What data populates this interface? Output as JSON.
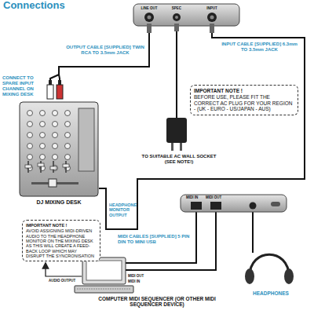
{
  "diagram": {
    "title": "Connections",
    "nodes": [
      {
        "text": [
          "IMPORTANT NOTE !",
          "BEFORE USE, PLEASE FIT THE CORRECT AC PLUG FOR YOUR REGION - (UK - EURO - US/JAPAN - AUS)"
        ]
      },
      {
        "text": [
          "IMPORTANT NOTE !",
          "AVOID ASSIGNING MIDI-DRIVEN AUDIO TO THE HEADPHONE MONITOR ON THE MIXING DESK AS THIS WILL CREATE A FEED-BACK LOOP WHICH MAY DISRUPT THE SYNCRONISATION"
        ]
      }
    ],
    "labels": [
      "LINE OUT",
      "SPEC",
      "INPUT",
      "OUTPUT CABLE [SUPPLIED] TWIN RCA TO 3.5mm JACK",
      "INPUT CABLE [SUPPLIED] 6.3mm TO 3.5mm JACK",
      "CONNECT TO SPARE INPUT CHANNEL ON MIXING DESK",
      "TO SUITABLE AC WALL SOCKET (SEE NOTE!)",
      "DJ MIXING DESK",
      "HEADPHONE MONITOR OUTPUT",
      "MIDI IN",
      "MIDI OUT",
      "MIDI CABLES [SUPPLIED] 5 PIN DIN TO MINI USB",
      "HEADPHONES",
      "MIDI OUT",
      "MIDI IN",
      "AUDIO OUTPUT",
      "COMPUTER MIDI SEQUENCER (OR OTHER MIDI SEQUENCER DEVICE)"
    ]
  }
}
